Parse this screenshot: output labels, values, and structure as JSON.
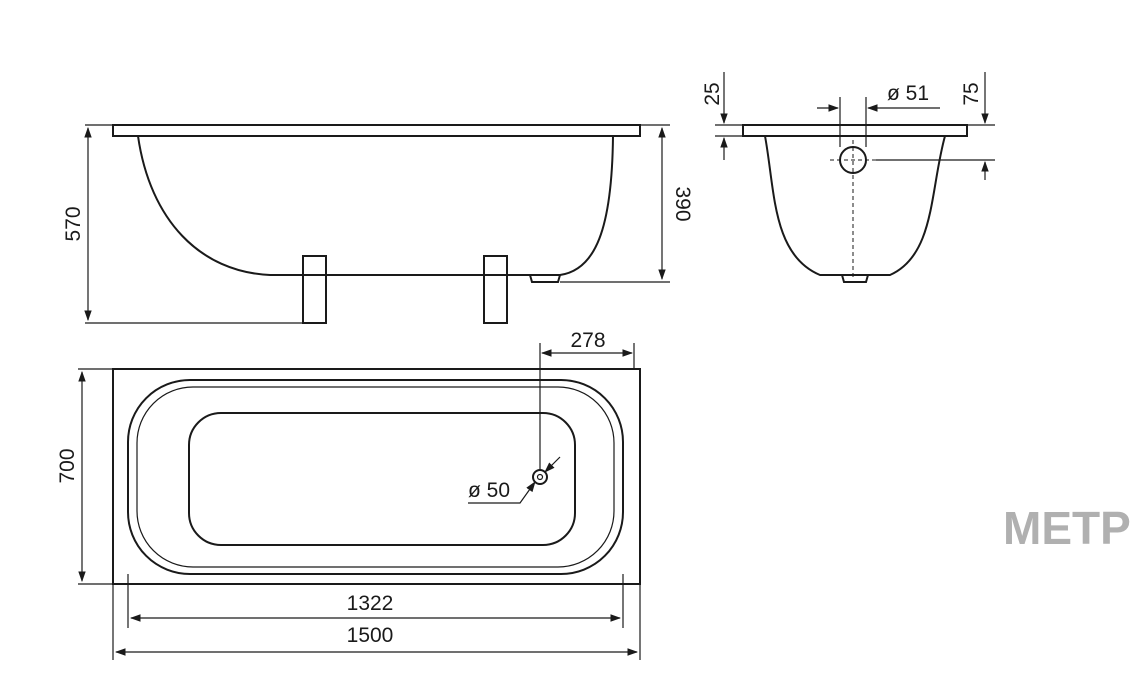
{
  "dimensions": {
    "height_total": "570",
    "height_body": "390",
    "rim_thickness": "25",
    "overflow_diameter": "ø 51",
    "overflow_offset": "75",
    "drain_offset": "278",
    "width": "700",
    "drain_diameter": "ø 50",
    "inner_length": "1322",
    "outer_length": "1500"
  },
  "watermark": "МЕТР"
}
